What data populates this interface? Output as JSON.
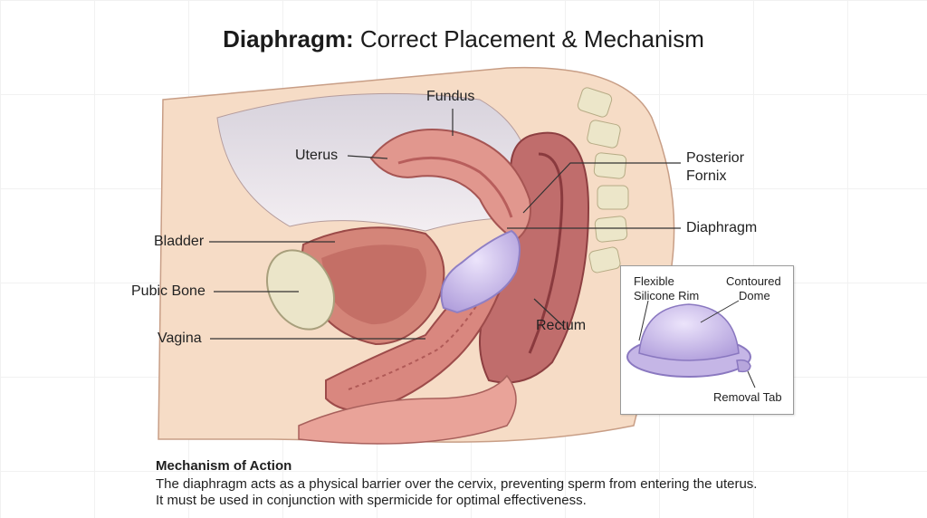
{
  "title": {
    "bold_part": "Diaphragm:",
    "rest": " Correct Placement & Mechanism"
  },
  "labels": {
    "fundus": "Fundus",
    "uterus": "Uterus",
    "posterior_fornix_line1": "Posterior",
    "posterior_fornix_line2": "Fornix",
    "diaphragm": "Diaphragm",
    "bladder": "Bladder",
    "pubic_bone": "Pubic Bone",
    "vagina": "Vagina",
    "rectum": "Rectum"
  },
  "inset": {
    "flexible_line1": "Flexible",
    "flexible_line2": "Silicone Rim",
    "contoured_line1": "Contoured",
    "contoured_line2": "Dome",
    "removal_tab": "Removal Tab"
  },
  "mechanism": {
    "heading": "Mechanism of Action",
    "line1": "The diaphragm acts as a physical barrier over the cervix, preventing sperm from entering the uterus.",
    "line2": "It must be used in conjunction with spermicide for optimal effectiveness."
  },
  "colors": {
    "skin": "#f6dcc6",
    "tissue": "#dc8f86",
    "tissue_dark": "#a84a4c",
    "diaphragm": "#b7a6dc",
    "bone": "#e9e3c7"
  }
}
